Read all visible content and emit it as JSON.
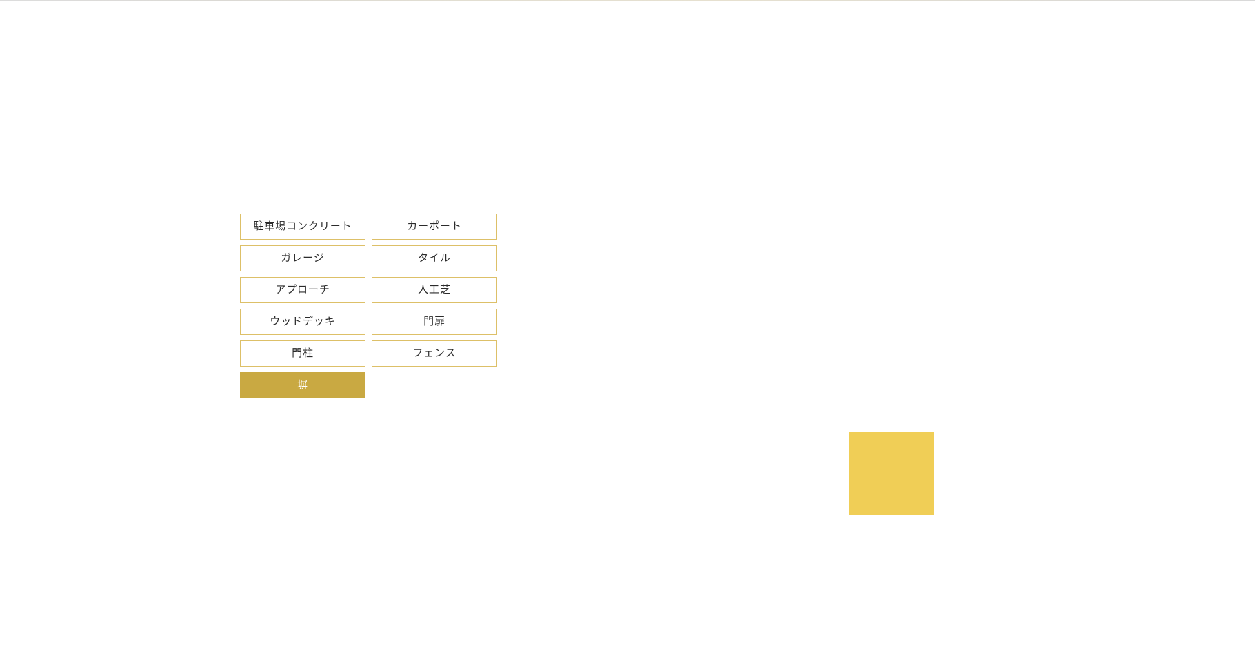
{
  "page": {
    "background_color": "#ffffff",
    "top_rule_color": "#e0ddd4"
  },
  "theme": {
    "border_gold": "#ddc068",
    "active_gold": "#c9a942",
    "swatch_yellow": "#f0ce56",
    "text_color": "#2b2b2b",
    "active_text_color": "#ffffff"
  },
  "category_menu": {
    "name": "exterior-category-menu",
    "columns": 2,
    "buttons": [
      {
        "id": "parking-concrete",
        "label": "駐車場コンクリート",
        "active": false
      },
      {
        "id": "carport",
        "label": "カーポート",
        "active": false
      },
      {
        "id": "garage",
        "label": "ガレージ",
        "active": false
      },
      {
        "id": "tile",
        "label": "タイル",
        "active": false
      },
      {
        "id": "approach",
        "label": "アプローチ",
        "active": false
      },
      {
        "id": "artificial-turf",
        "label": "人工芝",
        "active": false
      },
      {
        "id": "wood-deck",
        "label": "ウッドデッキ",
        "active": false
      },
      {
        "id": "gate-door",
        "label": "門扉",
        "active": false
      },
      {
        "id": "gate-post",
        "label": "門柱",
        "active": false
      },
      {
        "id": "fence",
        "label": "フェンス",
        "active": false
      },
      {
        "id": "wall",
        "label": "塀",
        "active": true
      }
    ]
  },
  "swatch": {
    "name": "yellow-swatch",
    "color": "#f0ce56"
  }
}
